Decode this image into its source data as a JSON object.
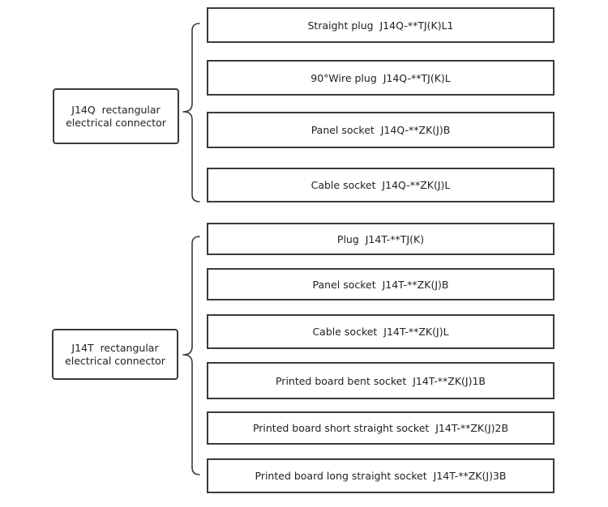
{
  "groups": [
    {
      "title": "J14Q  rectangular\nelectrical connector",
      "items": [
        "Straight plug  J14Q-**TJ(K)L1",
        "90°Wire plug  J14Q-**TJ(K)L",
        "Panel socket  J14Q-**ZK(J)B",
        "Cable socket  J14Q-**ZK(J)L"
      ]
    },
    {
      "title": "J14T  rectangular\nelectrical connector",
      "items": [
        "Plug  J14T-**TJ(K)",
        "Panel socket  J14T-**ZK(J)B",
        "Cable socket  J14T-**ZK(J)L",
        "Printed board bent socket  J14T-**ZK(J)1B",
        "Printed board short straight socket  J14T-**ZK(J)2B",
        "Printed board long straight socket  J14T-**ZK(J)3B"
      ]
    }
  ]
}
